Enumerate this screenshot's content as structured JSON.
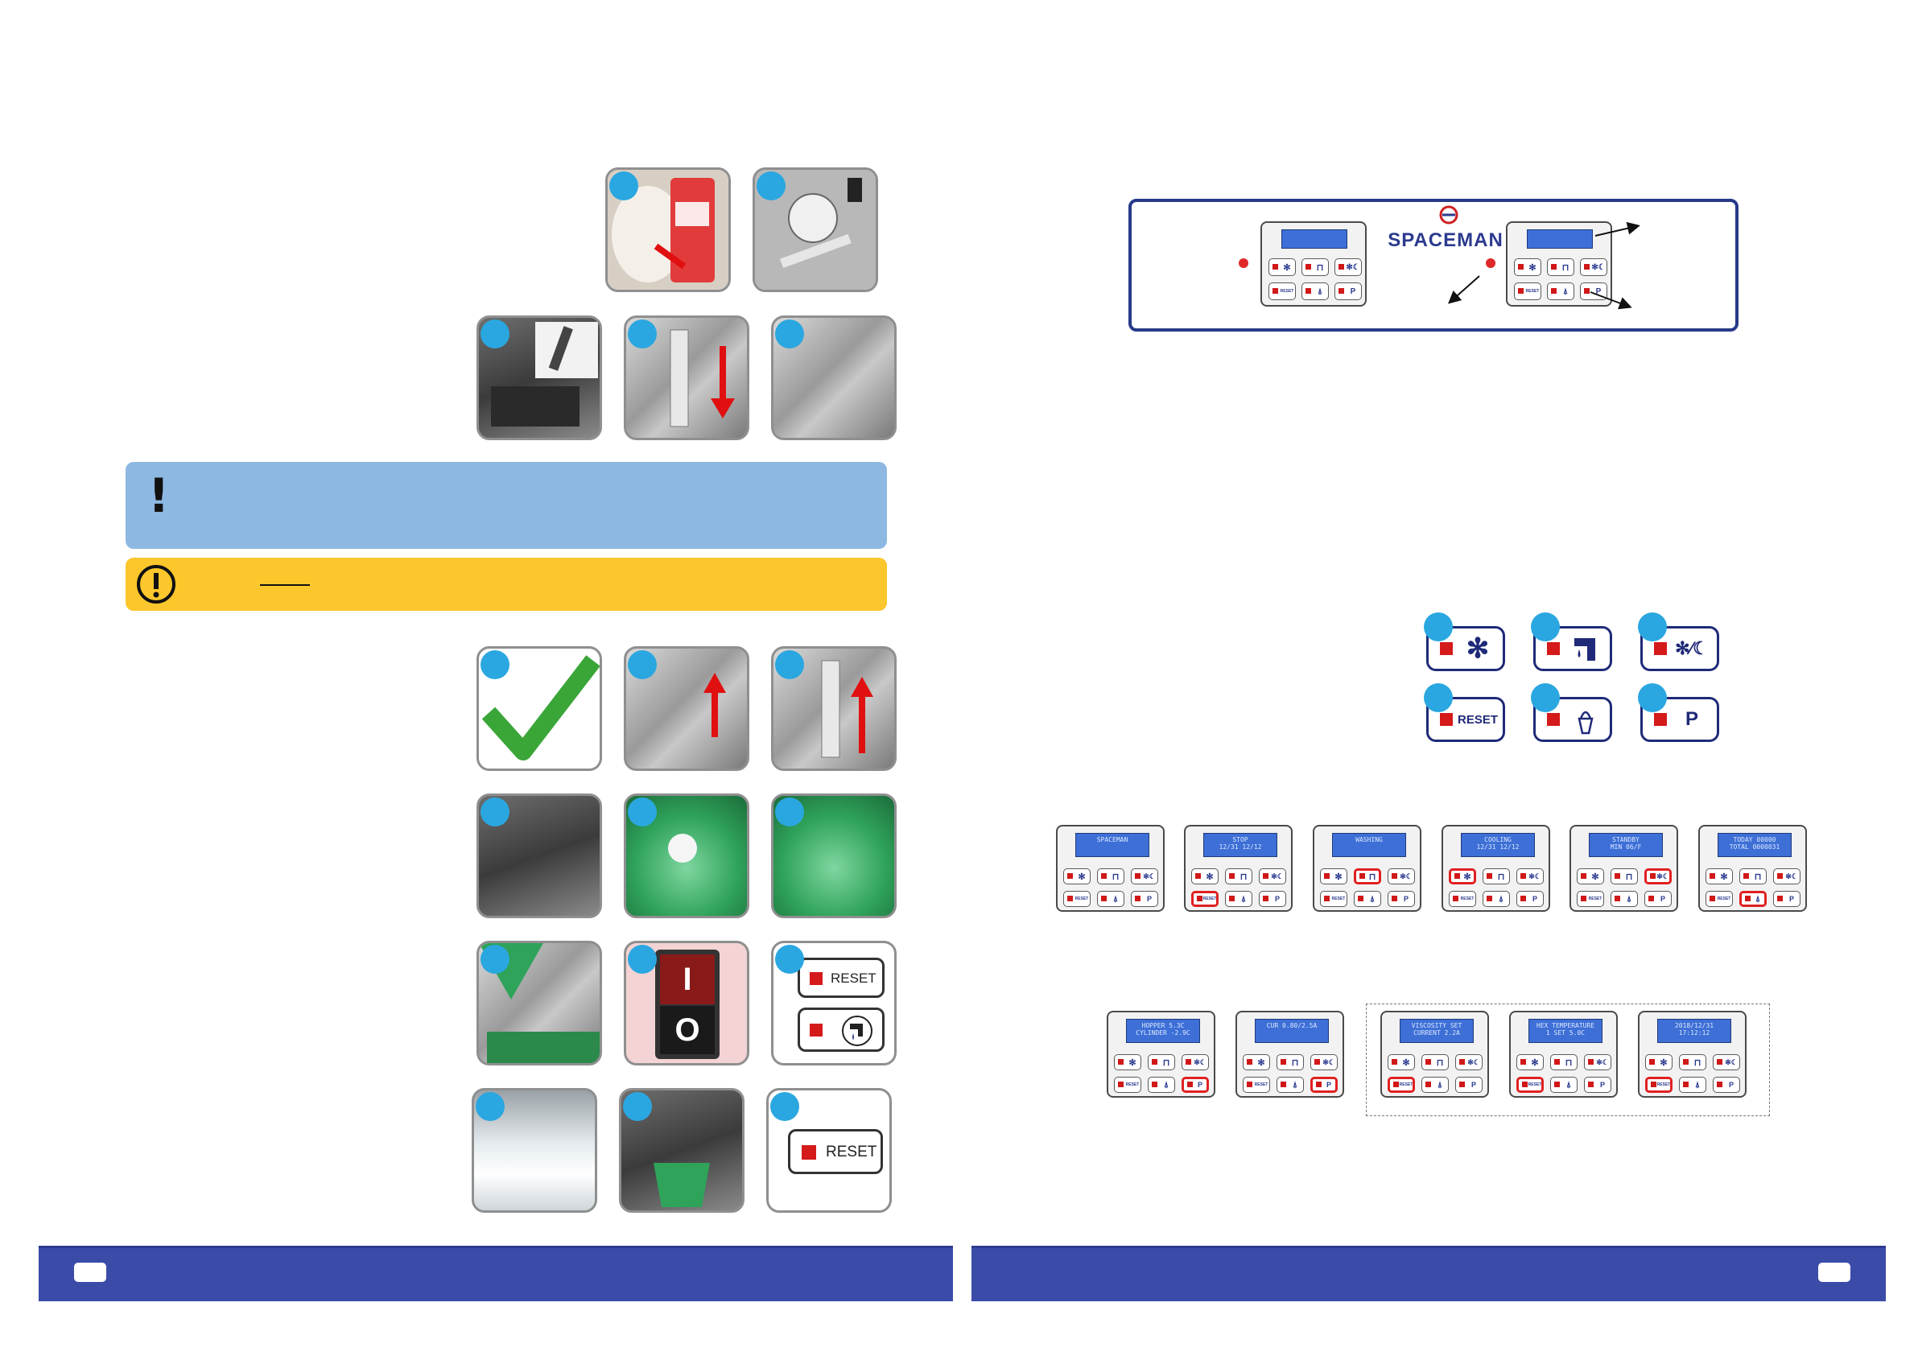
{
  "brand": {
    "name": "SPACEMAN"
  },
  "colors": {
    "accent_blue": "#2aa7e0",
    "footer_blue": "#3b4ba8",
    "callout_blue": "#8db8e2",
    "callout_yellow": "#fcc72c",
    "led_red": "#d01818"
  },
  "callouts": {
    "note_icon": "!"
  },
  "button_labels": {
    "reset": "RESET",
    "program": "P",
    "power_on": "I",
    "power_off": "O"
  },
  "displays": [
    {
      "line1": "SPACEMAN",
      "line2": ""
    },
    {
      "line1": "STOP",
      "line2": "12/31      12/12"
    },
    {
      "line1": "WASHING",
      "line2": ""
    },
    {
      "line1": "COOLING",
      "line2": "12/31      12/12"
    },
    {
      "line1": "STANDBY",
      "line2": "MIN  06/F"
    },
    {
      "line1": "TODAY     00000",
      "line2": "TOTAL   0000031"
    },
    {
      "line1": "HOPPER      5.3C",
      "line2": "CYLINDER   -2.9C"
    },
    {
      "line1": "CUR    0.80/2.5A",
      "line2": ""
    },
    {
      "line1": "VISCOSITY SET",
      "line2": "CURRENT    2.2A"
    },
    {
      "line1": "HEX TEMPERATURE",
      "line2": "1 SET       5.0C"
    },
    {
      "line1": "2018/12/31",
      "line2": "17:12:12"
    }
  ],
  "icons": [
    "exclamation-icon",
    "warning-circle-icon",
    "snowflake-icon",
    "faucet-icon",
    "snowflake-moon-icon",
    "cone-icon",
    "check-mark-icon"
  ]
}
